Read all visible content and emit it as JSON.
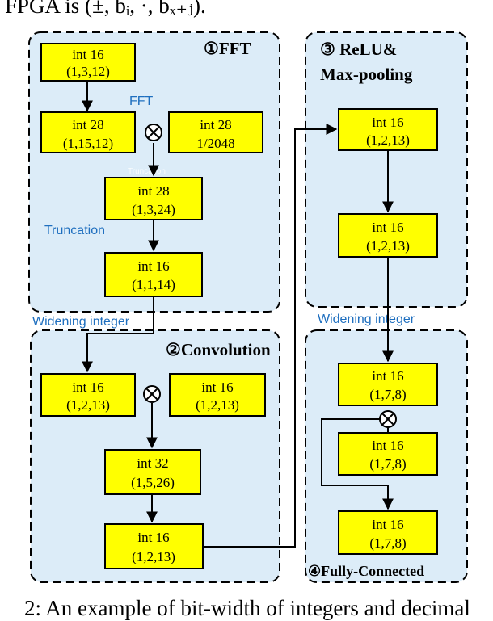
{
  "header_text": "FPGA is (±, bᵢ, ·, bₓ₊ⱼ).",
  "caption": "2: An example of bit-width of integers and decimal",
  "colors": {
    "panel_fill": "#dcecf8",
    "box_fill": "#ffff00",
    "box_stroke": "#000000",
    "annotation_blue": "#1f6fbf"
  },
  "panels": {
    "fft": {
      "title": "①FFT"
    },
    "relu": {
      "title_line1": "③ ReLU&",
      "title_line2": "Max-pooling"
    },
    "conv": {
      "title": "②Convolution"
    },
    "fc": {
      "title": "④Fully-Connected"
    }
  },
  "boxes": {
    "fft_in": {
      "line1": "int 16",
      "line2": "(1,3,12)"
    },
    "fft_mul": {
      "line1": "int 28",
      "line2": "(1,15,12)"
    },
    "fft_const": {
      "line1": "int 28",
      "line2": "1/2048"
    },
    "fft_trunc": {
      "line1": "int 28",
      "line2": "(1,3,24)"
    },
    "fft_out": {
      "line1": "int 16",
      "line2": "(1,1,14)"
    },
    "relu_in": {
      "line1": "int 16",
      "line2": "(1,2,13)"
    },
    "relu_out": {
      "line1": "int 16",
      "line2": "(1,2,13)"
    },
    "conv_in": {
      "line1": "int 16",
      "line2": "(1,2,13)"
    },
    "conv_w": {
      "line1": "int 16",
      "line2": "(1,2,13)"
    },
    "conv_mul": {
      "line1": "int 32",
      "line2": "(1,5,26)"
    },
    "conv_out": {
      "line1": "int 16",
      "line2": "(1,2,13)"
    },
    "fc_in": {
      "line1": "int 16",
      "line2": "(1,7,8)"
    },
    "fc_w": {
      "line1": "int 16",
      "line2": "(1,7,8)"
    },
    "fc_out": {
      "line1": "int 16",
      "line2": "(1,7,8)"
    }
  },
  "annotations": {
    "fft": "FFT",
    "truncation_ghost": "Truncation",
    "truncation": "Truncation",
    "widening_left": "Widening integer",
    "widening_right": "Widening integer"
  },
  "operators": {
    "multiply": "⊗"
  }
}
